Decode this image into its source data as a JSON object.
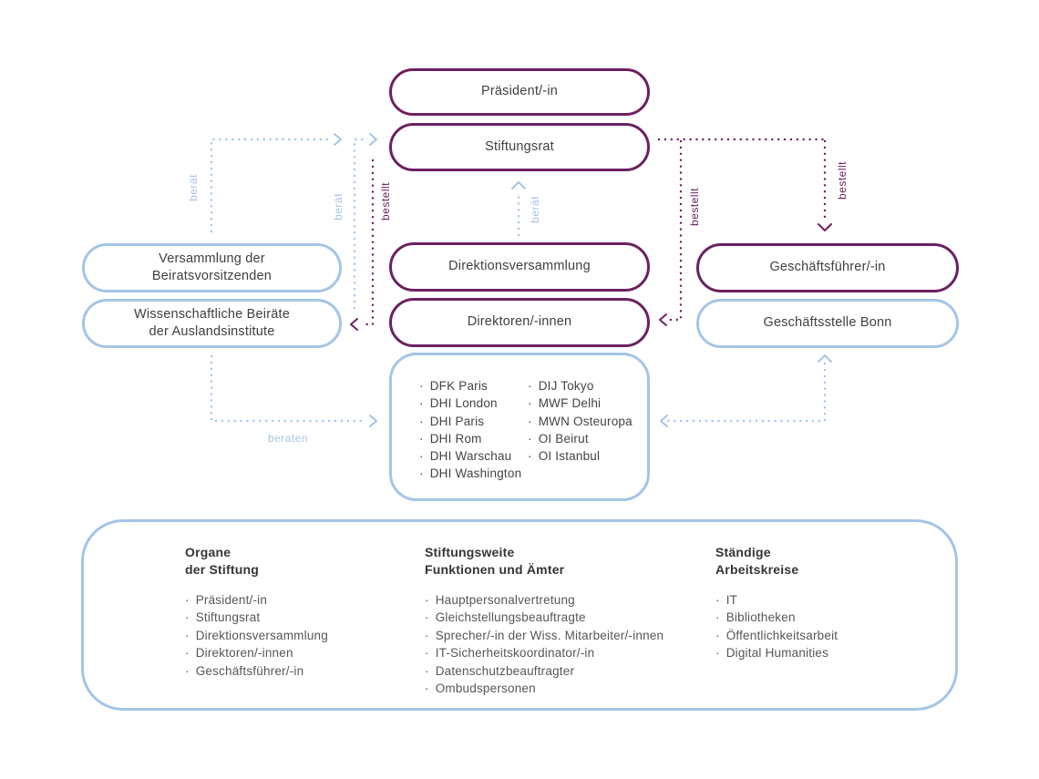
{
  "colors": {
    "purple": "#6b2160",
    "blue": "#a4c4e8",
    "text": "#3f3f3f"
  },
  "nodes": {
    "praesident": "Präsident/-in",
    "stiftungsrat": "Stiftungsrat",
    "direktionsversammlung": "Direktionsversammlung",
    "direktoren": "Direktoren/-innen",
    "versammlung_beiratsvorsitzende": "Versammlung der\nBeiratsvorsitzenden",
    "wissenschaftliche_beiraete": "Wissenschaftliche Beiräte\nder Auslandsinstitute",
    "geschaeftsfuehrer": "Geschäftsführer/-in",
    "geschaeftsstelle_bonn": "Geschäftsstelle Bonn"
  },
  "edge_labels": {
    "beraet_left": "berät",
    "beraet_mid": "berät",
    "beraet_center": "berät",
    "beraten_bottom": "beraten",
    "bestellt_left": "bestellt",
    "bestellt_mid": "bestellt",
    "bestellt_right": "bestellt"
  },
  "institutes": {
    "col1": [
      "DFK Paris",
      "DHI London",
      "DHI Paris",
      "DHI Rom",
      "DHI Warschau",
      "DHI Washington"
    ],
    "col2": [
      "DIJ Tokyo",
      "MWF Delhi",
      "MWN Osteuropa",
      "OI Beirut",
      "OI Istanbul"
    ]
  },
  "legend": {
    "col1": {
      "title": "Organe\nder Stiftung",
      "items": [
        "Präsident/-in",
        "Stiftungsrat",
        "Direktionsversammlung",
        "Direktoren/-innen",
        "Geschäftsführer/-in"
      ]
    },
    "col2": {
      "title": "Stiftungsweite\nFunktionen und Ämter",
      "items": [
        "Hauptpersonalvertretung",
        "Gleichstellungsbeauftragte",
        "Sprecher/-in der Wiss. Mitarbeiter/-innen",
        "IT-Sicherheitskoordinator/-in",
        "Datenschutzbeauftragter",
        "Ombudspersonen"
      ]
    },
    "col3": {
      "title": "Ständige\nArbeitskreise",
      "items": [
        "IT",
        "Bibliotheken",
        "Öffentlichkeitsarbeit",
        "Digital Humanities"
      ]
    }
  }
}
